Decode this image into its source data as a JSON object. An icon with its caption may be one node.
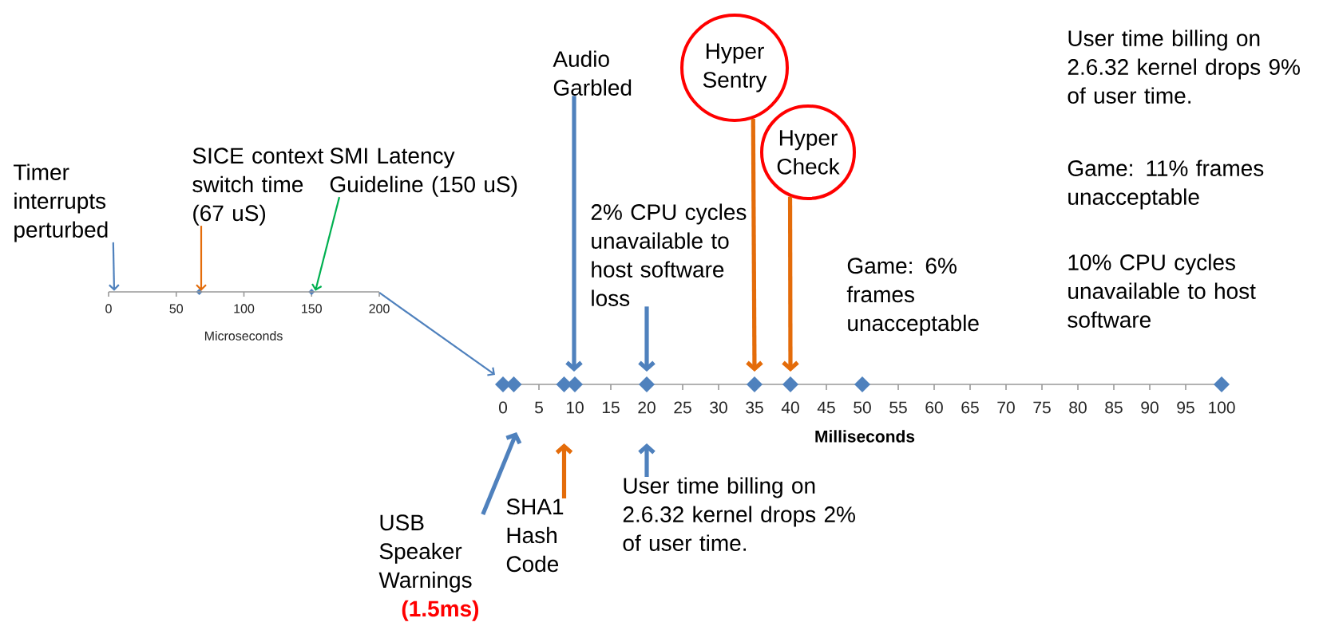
{
  "diagram": {
    "nodes": [
      {
        "text": [
          "Timer interrupts perturbed"
        ]
      },
      {
        "text": [
          "SICE context switch time (67 uS)"
        ]
      },
      {
        "text": [
          "SMI Latency Guideline (150 uS)"
        ]
      },
      {
        "text": [
          "Audio Garbled"
        ]
      },
      {
        "text": [
          "2% CPU cycles unavailable to host software loss"
        ]
      },
      {
        "text": [
          "Hyper Sentry"
        ]
      },
      {
        "text": [
          "Hyper Check"
        ]
      },
      {
        "text": [
          "USB Speaker Warnings",
          "(1.5ms)"
        ]
      },
      {
        "text": [
          "SHA1 Hash Code"
        ]
      },
      {
        "text": [
          "User time billing on 2.6.32 kernel drops 2% of user time."
        ]
      },
      {
        "text": [],
        "shape": "line"
      }
    ],
    "edges": [
      {
        "from": 0,
        "to": 10,
        "arrow": "to"
      },
      {
        "from": 1,
        "to": 10,
        "arrow": "to",
        "color": "#e46c0a"
      },
      {
        "from": 2,
        "to": 10,
        "arrow": "to",
        "color": "#00b050"
      },
      {
        "from": 10,
        "to": null,
        "arrow": "to"
      },
      {
        "from": 3,
        "to": null,
        "arrow": "to"
      },
      {
        "from": 4,
        "to": null,
        "arrow": "to"
      },
      {
        "from": 5,
        "to": null,
        "arrow": "to",
        "color": "#e46c0a"
      },
      {
        "from": 6,
        "to": null,
        "arrow": "to",
        "color": "#e46c0a"
      },
      {
        "from": 7,
        "to": null,
        "arrow": "to"
      },
      {
        "from": 8,
        "to": null,
        "arrow": "to",
        "color": "#e46c0a"
      },
      {
        "from": 9,
        "to": null,
        "arrow": "to"
      }
    ],
    "labels": [
      "User time billing on 2.6.32 kernel drops 9% of user time.",
      "Game: 11% frames unacceptable",
      "Game: 6% frames unacceptable",
      "10% CPU cycles unavailable to host software",
      "0",
      "50",
      "100",
      "150",
      "200",
      "Microseconds",
      "0",
      "5",
      "10",
      "15",
      "20",
      "25",
      "30",
      "35",
      "40",
      "45",
      "50",
      "55",
      "60",
      "65",
      "70",
      "75",
      "80",
      "85",
      "90",
      "95",
      "100",
      "Milliseconds"
    ]
  }
}
